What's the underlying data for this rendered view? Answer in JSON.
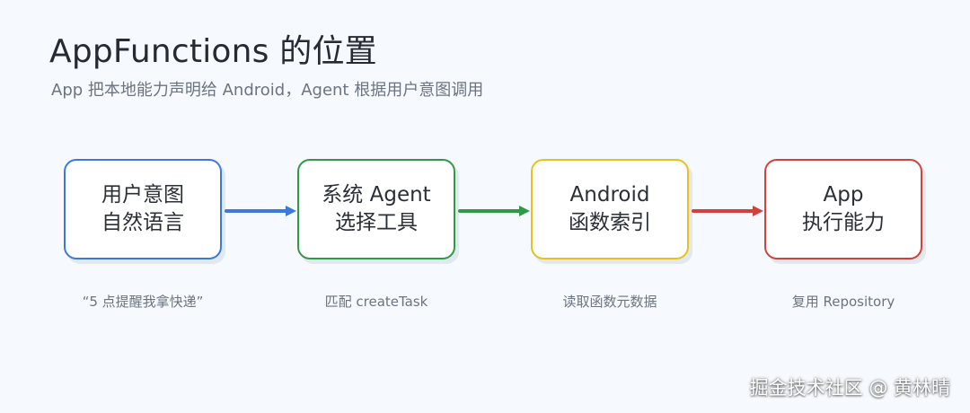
{
  "title": "AppFunctions 的位置",
  "subtitle": "App 把本地能力声明给 Android，Agent 根据用户意图调用",
  "nodes": [
    {
      "line1": "用户意图",
      "line2": "自然语言",
      "caption": "“5 点提醒我拿快递”",
      "color": "#3b7ad8"
    },
    {
      "line1": "系统 Agent",
      "line2": "选择工具",
      "caption": "匹配 createTask",
      "color": "#2f9a45"
    },
    {
      "line1": "Android",
      "line2": "函数索引",
      "caption": "读取函数元数据",
      "color": "#e8c21a"
    },
    {
      "line1": "App",
      "line2": "执行能力",
      "caption": "复用 Repository",
      "color": "#d2413a"
    }
  ],
  "arrow_colors": [
    "#3b7ad8",
    "#2f9a45",
    "#d2413a"
  ],
  "watermark": "掘金技术社区 @ 黄林晴"
}
